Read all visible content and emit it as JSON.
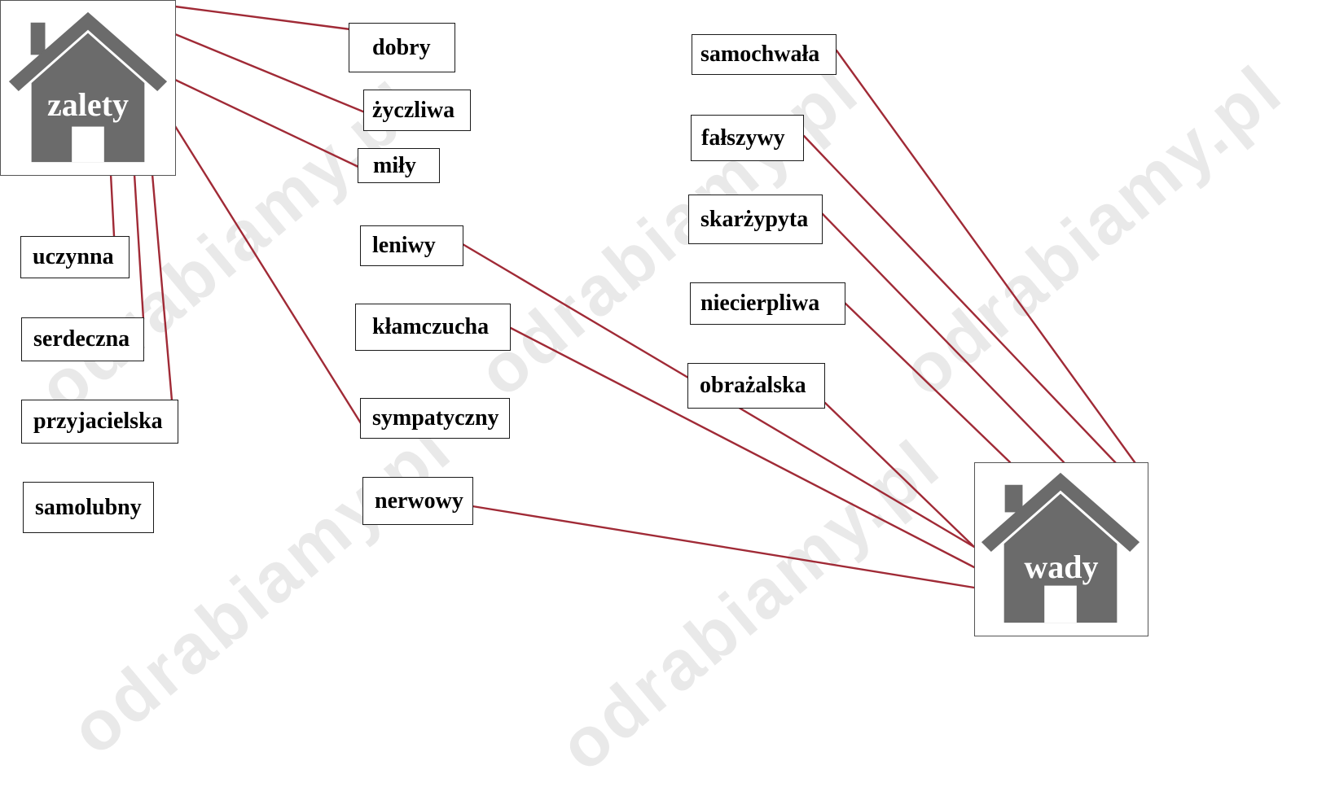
{
  "watermark": "odrabiamy.pl",
  "houses": {
    "zalety": {
      "label": "zalety"
    },
    "wady": {
      "label": "wady"
    }
  },
  "words": {
    "dobry": "dobry",
    "zyczliwa": "życzliwa",
    "mily": "miły",
    "leniwy": "leniwy",
    "klamczucha": "kłamczucha",
    "sympatyczny": "sympatyczny",
    "nerwowy": "nerwowy",
    "uczynna": "uczynna",
    "serdeczna": "serdeczna",
    "przyjacielska": "przyjacielska",
    "samolubny": "samolubny",
    "samochwala": "samochwała",
    "falszywy": "fałszywy",
    "skarzypyta": "skarżypyta",
    "niecierpliwa": "niecierpliwa",
    "obrazalska": "obrażalska"
  },
  "colors": {
    "line": "#a02a36",
    "house": "#6b6b6b",
    "border": "#1a1a1a"
  }
}
